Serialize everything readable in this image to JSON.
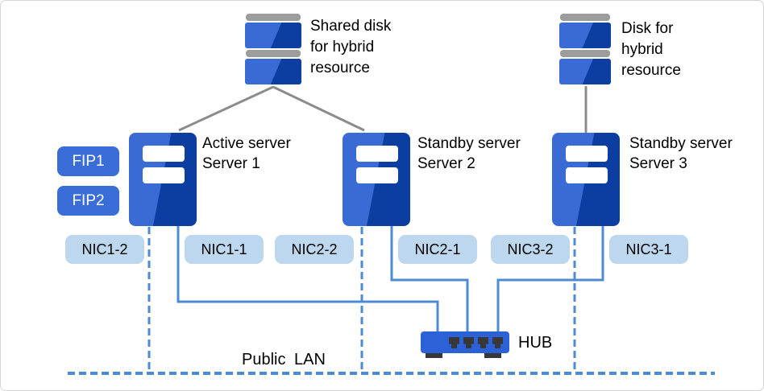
{
  "disks": {
    "shared": {
      "lines": [
        "Shared disk",
        "for hybrid",
        "resource"
      ]
    },
    "hybrid": {
      "lines": [
        "Disk for",
        "hybrid",
        "resource"
      ]
    }
  },
  "servers": [
    {
      "role": "Active server",
      "name": "Server 1"
    },
    {
      "role": "Standby server",
      "name": "Server 2"
    },
    {
      "role": "Standby server",
      "name": "Server 3"
    }
  ],
  "fips": [
    {
      "label": "FIP1"
    },
    {
      "label": "FIP2"
    }
  ],
  "nics": [
    {
      "label": "NIC1-2"
    },
    {
      "label": "NIC1-1"
    },
    {
      "label": "NIC2-2"
    },
    {
      "label": "NIC2-1"
    },
    {
      "label": "NIC3-2"
    },
    {
      "label": "NIC3-1"
    }
  ],
  "hub": {
    "label": "HUB"
  },
  "public_lan": {
    "label": "Public LAN"
  },
  "colors": {
    "server_light": "#3a6bd5",
    "server_dark": "#0c3da0",
    "fip_fill": "#3a6dd8",
    "nic_fill": "#bdd7ee",
    "hub_fill": "#2c61d8",
    "line_blue": "#4f8bd3",
    "line_gray": "#8c8c8c",
    "disk_cap_gray": "#9c9c9c"
  }
}
